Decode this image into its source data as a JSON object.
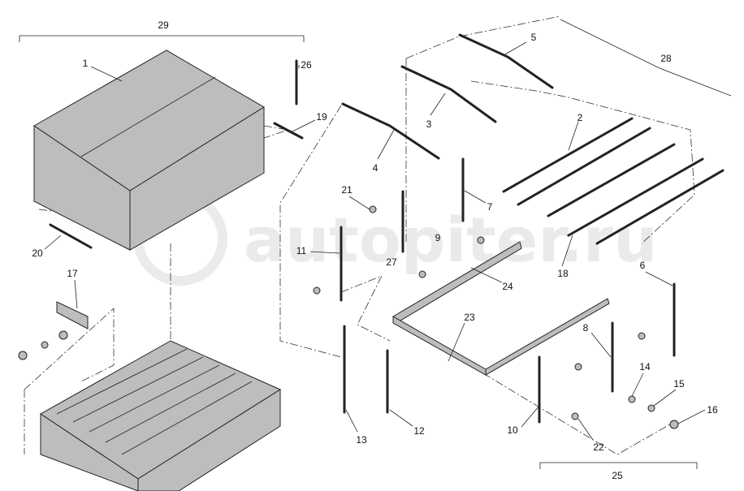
{
  "diagram": {
    "watermark": "autopiter.ru",
    "callouts": {
      "c1": "1",
      "c2": "2",
      "c3": "3",
      "c4": "4",
      "c5": "5",
      "c6": "6",
      "c7": "7",
      "c8": "8",
      "c9": "9",
      "c10": "10",
      "c11": "11",
      "c12": "12",
      "c13": "13",
      "c14": "14",
      "c15": "15",
      "c16": "16",
      "c17": "17",
      "c18": "18",
      "c19": "19",
      "c20": "20",
      "c21": "21",
      "c22": "22",
      "c23": "23",
      "c24": "24",
      "c25": "25",
      "c26": "26",
      "c27": "27",
      "c28": "28",
      "c29": "29"
    }
  }
}
